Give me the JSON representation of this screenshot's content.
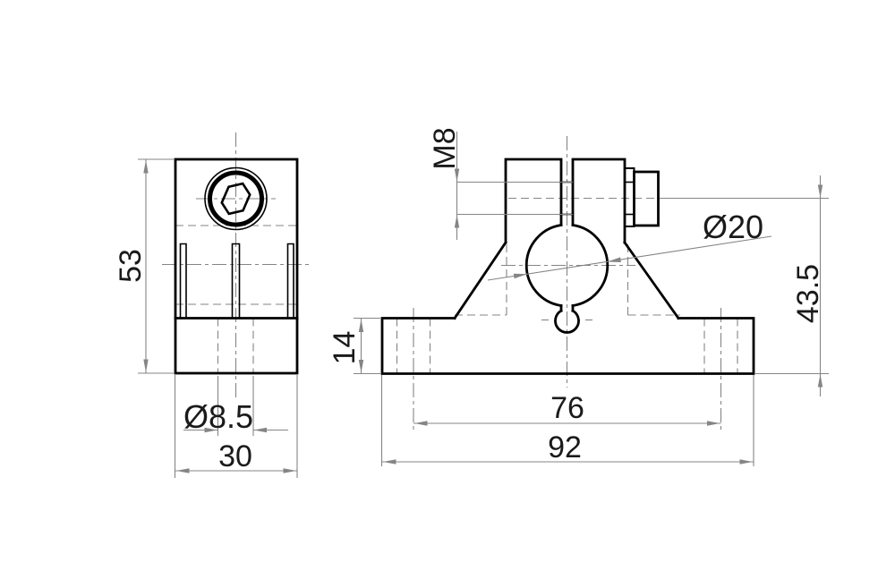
{
  "drawing": {
    "type": "engineering-dimension-drawing",
    "part": "clamp bracket, two orthographic views"
  },
  "colors": {
    "background": "#ffffff",
    "outline": "#000000",
    "dimension_lines": "#858585",
    "dimension_text": "#1a1a1a"
  },
  "dimensions": {
    "side_height": "53",
    "side_hole_diameter": "Ø8.5",
    "side_width": "30",
    "clamp_thread": "M8",
    "bore_diameter": "Ø20",
    "front_height": "43.5",
    "base_thickness": "14",
    "hole_spacing": "76",
    "base_width": "92"
  }
}
